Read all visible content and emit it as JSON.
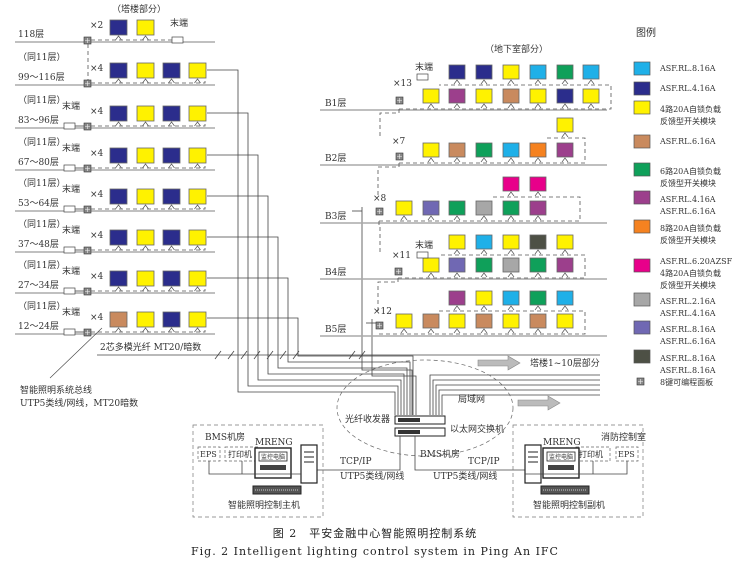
{
  "colors": {
    "cyan": "#1fb0e8",
    "navy": "#2b2d8c",
    "yellow": "#fff200",
    "brown": "#c98a5e",
    "green": "#0fa05a",
    "purple": "#9c3f8c",
    "orange": "#f58220",
    "magenta": "#e8008a",
    "gray": "#a7a7a7",
    "lavender": "#7068b3",
    "darkgray": "#4d5045"
  },
  "tower": {
    "title": "（塔楼部分）",
    "end_label": "末端",
    "floors": [
      {
        "note": "",
        "range": "118层",
        "count": "×2",
        "modules": [
          "navy",
          "yellow"
        ]
      },
      {
        "note": "（同11层）",
        "range": "99～116层",
        "count": "×4",
        "modules": [
          "navy",
          "yellow",
          "navy",
          "yellow"
        ]
      },
      {
        "note": "（同11层）",
        "range": "83～96层",
        "count": "×4",
        "modules": [
          "navy",
          "yellow",
          "navy",
          "yellow"
        ]
      },
      {
        "note": "（同11层）",
        "range": "67～80层",
        "count": "×4",
        "modules": [
          "navy",
          "yellow",
          "navy",
          "yellow"
        ]
      },
      {
        "note": "（同11层）",
        "range": "53～64层",
        "count": "×4",
        "modules": [
          "navy",
          "yellow",
          "navy",
          "yellow"
        ]
      },
      {
        "note": "（同11层）",
        "range": "37～48层",
        "count": "×4",
        "modules": [
          "navy",
          "yellow",
          "navy",
          "yellow"
        ]
      },
      {
        "note": "（同11层）",
        "range": "27～34层",
        "count": "×4",
        "modules": [
          "navy",
          "yellow",
          "navy",
          "yellow"
        ]
      },
      {
        "note": "（同11层）",
        "range": "12～24层",
        "count": "×4",
        "modules": [
          "brown",
          "yellow",
          "navy",
          "yellow"
        ]
      }
    ]
  },
  "basement": {
    "title": "（地下室部分）",
    "end_label": "末端",
    "floors": [
      {
        "label": "B1层",
        "count": "×13",
        "upper": [
          "navy",
          "navy",
          "yellow",
          "cyan",
          "green",
          "cyan"
        ],
        "lower": [
          "yellow",
          "purple",
          "yellow",
          "brown",
          "yellow",
          "navy",
          "yellow"
        ]
      },
      {
        "label": "B2层",
        "count": "×7",
        "upper": [
          "yellow"
        ],
        "lower": [
          "yellow",
          "brown",
          "green",
          "cyan",
          "orange",
          "purple"
        ]
      },
      {
        "label": "B3层",
        "count": "×8",
        "upper": [
          "magenta",
          "magenta"
        ],
        "lower": [
          "yellow",
          "lavender",
          "green",
          "gray",
          "green",
          "purple"
        ]
      },
      {
        "label": "B4层",
        "count": "×11",
        "upper": [
          "yellow",
          "cyan",
          "yellow",
          "darkgray",
          "yellow"
        ],
        "lower": [
          "yellow",
          "lavender",
          "green",
          "gray",
          "green",
          "purple"
        ]
      },
      {
        "label": "B5层",
        "count": "×12",
        "upper": [
          "purple",
          "yellow",
          "cyan",
          "green",
          "cyan"
        ],
        "lower": [
          "yellow",
          "brown",
          "yellow",
          "brown",
          "yellow",
          "brown",
          "yellow"
        ]
      }
    ]
  },
  "legend": {
    "title": "图例",
    "items": [
      {
        "color": "cyan",
        "lines": [
          "ASF.RL.8.16A"
        ]
      },
      {
        "color": "navy",
        "lines": [
          "ASF.RL.4.16A"
        ]
      },
      {
        "color": "yellow",
        "lines": [
          "4路20A自锁负载",
          "反馈型开关模块"
        ]
      },
      {
        "color": "brown",
        "lines": [
          "ASF.RL.6.16A"
        ]
      },
      {
        "color": "green",
        "lines": [
          "6路20A自锁负载",
          "反馈型开关模块"
        ]
      },
      {
        "color": "purple",
        "lines": [
          "ASF.RL.4.16A",
          "ASF.RL.6.16A"
        ]
      },
      {
        "color": "orange",
        "lines": [
          "8路20A自锁负载",
          "反馈型开关模块"
        ]
      },
      {
        "color": "magenta",
        "lines": [
          "ASF.RL.6.20AZSF",
          "4路20A自锁负载",
          "反馈型开关模块"
        ]
      },
      {
        "color": "gray",
        "lines": [
          "ASF.RL.2.16A",
          "ASF.RL.4.16A"
        ]
      },
      {
        "color": "lavender",
        "lines": [
          "ASF.RL.8.16A",
          "ASF.RL.6.16A"
        ]
      },
      {
        "color": "darkgray",
        "lines": [
          "ASF.RL.8.16A",
          "ASF.RL.8.16A"
        ]
      }
    ],
    "panel_label": "8键可编程面板"
  },
  "network": {
    "fiber_label": "2芯多模光纤 MT20/暗数",
    "bus_label_1": "智能照明系统总线",
    "bus_label_2": "UTP5类线/网线，MT20暗数",
    "tower_lower_label": "塔楼1~10层部分",
    "transceiver_label": "光纤收发器",
    "lan_label": "局域网",
    "switch_label": "以太网交换机",
    "bms_room_center": "BMS机房",
    "tcp_left": "TCP/IP",
    "utp_left": "UTP5类线/网线",
    "tcp_right": "TCP/IP",
    "utp_right": "UTP5类线/网线"
  },
  "bms_room": {
    "title": "BMS机房",
    "eps": "EPS",
    "printer": "打印机",
    "mreng": "MRENG",
    "monitor": "监控电脑",
    "host": "智能照明控制主机"
  },
  "fire_room": {
    "title": "消防控制室",
    "eps": "EPS",
    "printer": "打印机",
    "mreng": "MRENG",
    "monitor": "监控电脑",
    "host": "智能照明控制副机"
  },
  "caption": {
    "zh": "图 2　平安金融中心智能照明控制系统",
    "en": "Fig. 2   Intelligent lighting control system in Ping An IFC"
  }
}
